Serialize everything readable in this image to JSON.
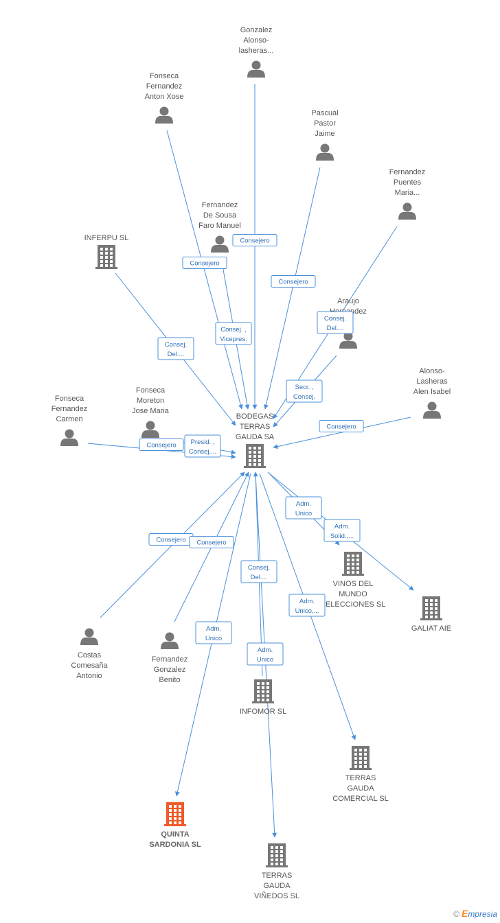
{
  "colors": {
    "edge": "#4a90d9",
    "icon": "#777777",
    "highlight": "#f05a28",
    "label": "#555555"
  },
  "nodes": [
    {
      "id": "gonzalez",
      "type": "person",
      "lines": [
        "Gonzalez",
        "Alonso-",
        "lasheras..."
      ]
    },
    {
      "id": "fonseca_anton",
      "type": "person",
      "lines": [
        "Fonseca",
        "Fernandez",
        "Anton Xose"
      ]
    },
    {
      "id": "pascual",
      "type": "person",
      "lines": [
        "Pascual",
        "Pastor",
        "Jaime"
      ]
    },
    {
      "id": "fernandez_puentes",
      "type": "person",
      "lines": [
        "Fernandez",
        "Puentes",
        "Maria..."
      ]
    },
    {
      "id": "fernandez_desousa",
      "type": "person",
      "lines": [
        "Fernandez",
        "De Sousa",
        "Faro Manuel"
      ]
    },
    {
      "id": "inferpu",
      "type": "company",
      "lines": [
        "INFERPU SL"
      ]
    },
    {
      "id": "araujo",
      "type": "person",
      "lines": [
        "Araujo",
        "Hernandez",
        "..."
      ]
    },
    {
      "id": "alonso_lasheras",
      "type": "person",
      "lines": [
        "Alonso-",
        "Lasheras",
        "Alen Isabel"
      ]
    },
    {
      "id": "fonseca_carmen",
      "type": "person",
      "lines": [
        "Fonseca",
        "Fernandez",
        "Carmen"
      ]
    },
    {
      "id": "fonseca_moreton",
      "type": "person",
      "lines": [
        "Fonseca",
        "Moreton",
        "Jose Maria"
      ]
    },
    {
      "id": "bodegas",
      "type": "company",
      "lines": [
        "BODEGAS",
        "TERRAS",
        "GAUDA SA"
      ]
    },
    {
      "id": "vinos",
      "type": "company",
      "lines": [
        "VINOS DEL",
        "MUNDO",
        "SELECCIONES SL"
      ]
    },
    {
      "id": "galiat",
      "type": "company",
      "lines": [
        "GALIAT AIE"
      ]
    },
    {
      "id": "costas",
      "type": "person",
      "lines": [
        "Costas",
        "Comesaña",
        "Antonio"
      ]
    },
    {
      "id": "fernandez_gonzalez",
      "type": "person",
      "lines": [
        "Fernandez",
        "Gonzalez",
        "Benito"
      ]
    },
    {
      "id": "infomor",
      "type": "company",
      "lines": [
        "INFOMOR SL"
      ]
    },
    {
      "id": "terras_comercial",
      "type": "company",
      "lines": [
        "TERRAS",
        "GAUDA",
        "COMERCIAL SL"
      ]
    },
    {
      "id": "quinta",
      "type": "company",
      "highlight": true,
      "lines": [
        "QUINTA",
        "SARDONIA SL"
      ]
    },
    {
      "id": "terras_vinedos",
      "type": "company",
      "lines": [
        "TERRAS",
        "GAUDA",
        "VIÑEDOS SL"
      ]
    }
  ],
  "edges": [
    {
      "from": "gonzalez",
      "to": "bodegas",
      "label": [
        "Consejero"
      ]
    },
    {
      "from": "fonseca_anton",
      "to": "bodegas",
      "label": [
        "Consejero"
      ]
    },
    {
      "from": "fernandez_desousa",
      "to": "bodegas",
      "label": [
        "Consej. ,",
        "Vicepres."
      ]
    },
    {
      "from": "pascual",
      "to": "bodegas",
      "label": [
        "Consejero"
      ]
    },
    {
      "from": "fernandez_puentes",
      "to": "bodegas",
      "label": [
        "Consej.",
        "Del...."
      ]
    },
    {
      "from": "araujo",
      "to": "bodegas",
      "label": [
        "Secr. ,",
        "Consej."
      ]
    },
    {
      "from": "inferpu",
      "to": "bodegas",
      "label": [
        "Consej.",
        "Del...."
      ]
    },
    {
      "from": "alonso_lasheras",
      "to": "bodegas",
      "label": [
        "Consejero"
      ]
    },
    {
      "from": "fonseca_carmen",
      "to": "bodegas",
      "label": [
        "Consejero"
      ]
    },
    {
      "from": "fonseca_moreton",
      "to": "bodegas",
      "label": [
        "Presid. ,",
        "Consej...."
      ]
    },
    {
      "from": "bodegas",
      "to": "vinos",
      "label": [
        "Adm.",
        "Unico"
      ]
    },
    {
      "from": "bodegas",
      "to": "galiat",
      "label": [
        "Adm.",
        "Solid.,..."
      ]
    },
    {
      "from": "costas",
      "to": "bodegas",
      "label": [
        "Consejero"
      ]
    },
    {
      "from": "fernandez_gonzalez",
      "to": "bodegas",
      "label": [
        "Consejero"
      ]
    },
    {
      "from": "infomor",
      "to": "bodegas",
      "label": [
        "Consej.",
        "Del...."
      ]
    },
    {
      "from": "bodegas",
      "to": "quinta",
      "label": [
        "Adm.",
        "Unico"
      ]
    },
    {
      "from": "bodegas",
      "to": "terras_vinedos",
      "label": [
        "Adm.",
        "Unico"
      ]
    },
    {
      "from": "bodegas",
      "to": "terras_comercial",
      "label": [
        "Adm.",
        "Unico,..."
      ]
    }
  ],
  "branding": {
    "copyright": "©",
    "name": "mpresia",
    "initial": "E"
  }
}
